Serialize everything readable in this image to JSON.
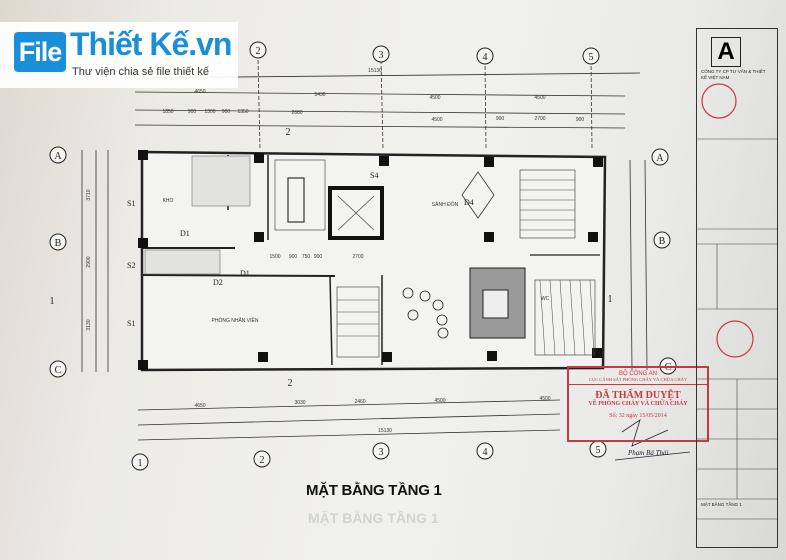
{
  "logo": {
    "brand_box": "File",
    "brand_name": "Thiết Kế.vn",
    "tagline": "Thư viện chia sẻ file thiết kế"
  },
  "drawing": {
    "title": "MẶT BẰNG TẦNG 1",
    "grid_columns": [
      "1",
      "2",
      "3",
      "4",
      "5"
    ],
    "grid_rows": [
      "A",
      "B",
      "C"
    ],
    "section_marks": [
      "2",
      "2",
      "1",
      "1"
    ],
    "top_dims_overall": "15130",
    "top_dims_row1": [
      "4650",
      "5430",
      "4500",
      "4500"
    ],
    "top_dims_row2": [
      "1850",
      "900",
      "1300",
      "900",
      "1350",
      "2680",
      "4500",
      "900",
      "2700",
      "900"
    ],
    "bottom_dims_row1": [
      "4650",
      "3030",
      "2460",
      "4500",
      "4500"
    ],
    "bottom_dims_total": "15130",
    "left_dims": [
      "3710",
      "2900",
      "3130"
    ],
    "doors": [
      "D1",
      "D1",
      "D2",
      "D4",
      "S1",
      "S1",
      "S2",
      "S4"
    ],
    "rooms": [
      "KHO",
      "PHÒNG NHÂN VIÊN",
      "SẢNH ĐÓN",
      "WC"
    ],
    "inner_dims": [
      "1500",
      "900",
      "750",
      "900",
      "2700"
    ]
  },
  "stamp": {
    "agency": "BỘ CÔNG AN",
    "department": "CỤC CẢNH SÁT PHÒNG CHÁY VÀ CHỮA CHÁY",
    "heading": "ĐÃ THẨM DUYỆT",
    "subheading": "VỀ PHÒNG CHÁY VÀ CHỮA CHÁY",
    "number_line": "Số: 32 ngày 15/05/2014",
    "signer": "Phạm Bá Thái",
    "color": "#c43a40"
  },
  "title_block": {
    "logo_letter": "A",
    "company": "CÔNG TY CP TƯ VẤN & THIẾT KẾ VIỆT NAM",
    "sheet_title": "MẶT BẰNG TẦNG 1"
  },
  "colors": {
    "brand": "#1a8fd9",
    "ink": "#222222",
    "stamp": "#c43a40"
  }
}
